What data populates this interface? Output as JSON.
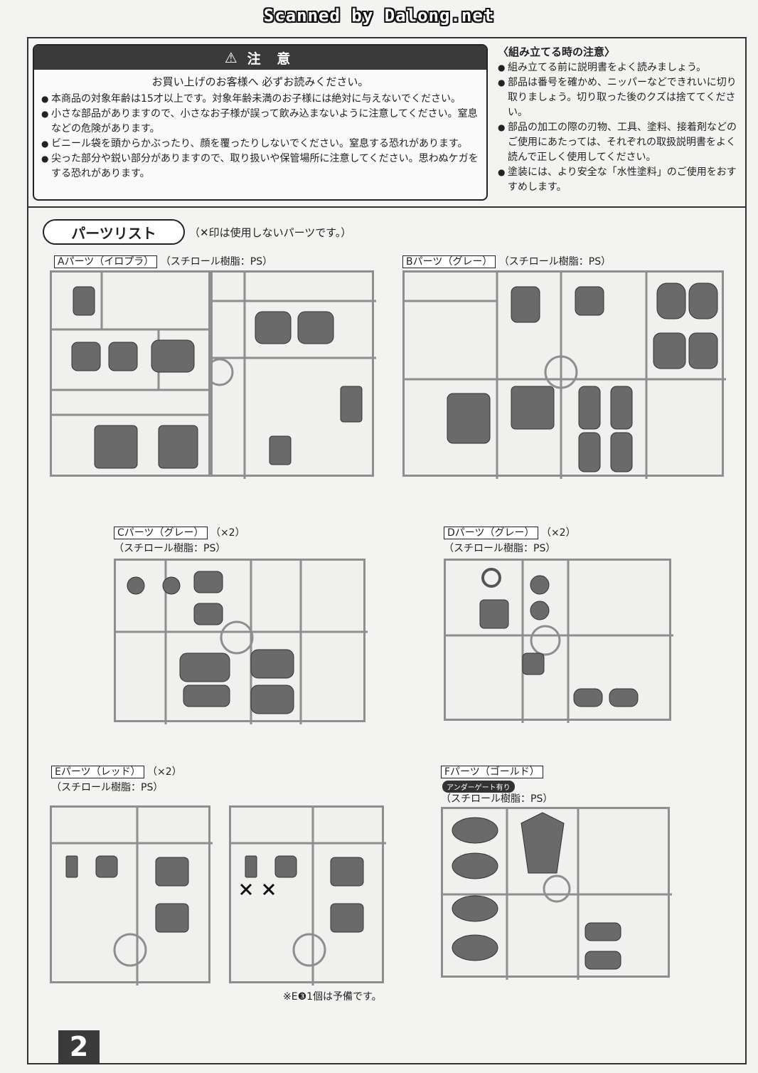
{
  "watermark": "Scanned by Dalong.net",
  "caution": {
    "title": "注 意",
    "subtitle": "お買い上げのお客様へ 必ずお読みください。",
    "items": [
      "本商品の対象年齢は15才以上です。対象年齢未満のお子様には絶対に与えないでください。",
      "小さな部品がありますので、小さなお子様が誤って飲み込まないように注意してください。窒息などの危険があります。",
      "ビニール袋を頭からかぶったり、顔を覆ったりしないでください。窒息する恐れがあります。",
      "尖った部分や鋭い部分がありますので、取り扱いや保管場所に注意してください。思わぬケガをする恐れがあります。"
    ]
  },
  "assembly": {
    "title": "〈組み立てる時の注意〉",
    "items": [
      "組み立てる前に説明書をよく読みましょう。",
      "部品は番号を確かめ、ニッパーなどできれいに切り取りましょう。切り取った後のクズは捨ててください。",
      "部品の加工の際の刃物、工具、塗料、接着剤などのご使用にあたっては、それぞれの取扱説明書をよく読んで正しく使用してください。",
      "塗装には、より安全な「水性塗料」のご使用をおすすめします。"
    ]
  },
  "parts": {
    "title": "パーツリスト",
    "note": "（✕印は使用しないパーツです。）"
  },
  "sprues": {
    "A": {
      "name": "Aパーツ（イロプラ）",
      "material": "（スチロール樹脂：PS）",
      "count": ""
    },
    "B": {
      "name": "Bパーツ（グレー）",
      "material": "（スチロール樹脂：PS）",
      "count": ""
    },
    "C": {
      "name": "Cパーツ（グレー）",
      "material": "（スチロール樹脂：PS）",
      "count": "（×2）"
    },
    "D": {
      "name": "Dパーツ（グレー）",
      "material": "（スチロール樹脂：PS）",
      "count": "（×2）"
    },
    "E": {
      "name": "Eパーツ（レッド）",
      "material": "（スチロール樹脂：PS）",
      "count": "（×2）"
    },
    "F": {
      "name": "Fパーツ（ゴールド）",
      "material": "（スチロール樹脂：PS）",
      "count": "",
      "badge": "アンダーゲート有り"
    }
  },
  "footnote": "※E❸1個は予備です。",
  "page_number": "2"
}
